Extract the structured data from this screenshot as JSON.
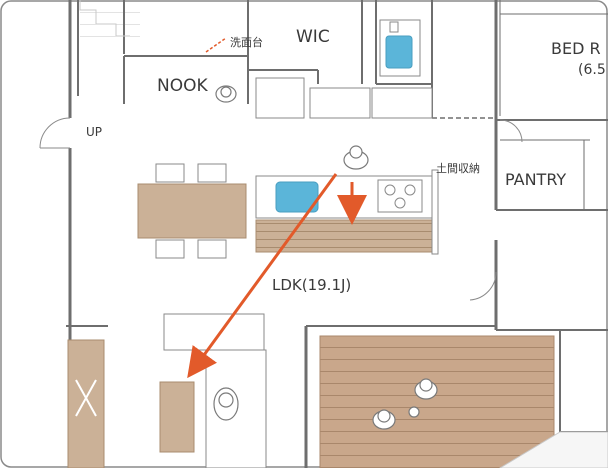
{
  "labels": {
    "wic": "WIC",
    "washstand": "洗面台",
    "nook": "NOOK",
    "up": "UP",
    "bedroom": "BED R",
    "bedroom_size": "(6.5",
    "pantry": "PANTRY",
    "dirt_floor_storage": "土間収納",
    "ldk": "LDK(19.1J)"
  },
  "colors": {
    "wall": "#6e6e6e",
    "wood": "#cbb197",
    "deck": "#c9a78b",
    "sink": "#5bb5d9",
    "arrow": "#e25a2a",
    "paper": "#ffffff",
    "floor_light": "#f6f6f6"
  },
  "icons": {
    "person": "person-topdown-icon",
    "arrow": "arrow-icon",
    "door": "door-swing-icon"
  }
}
